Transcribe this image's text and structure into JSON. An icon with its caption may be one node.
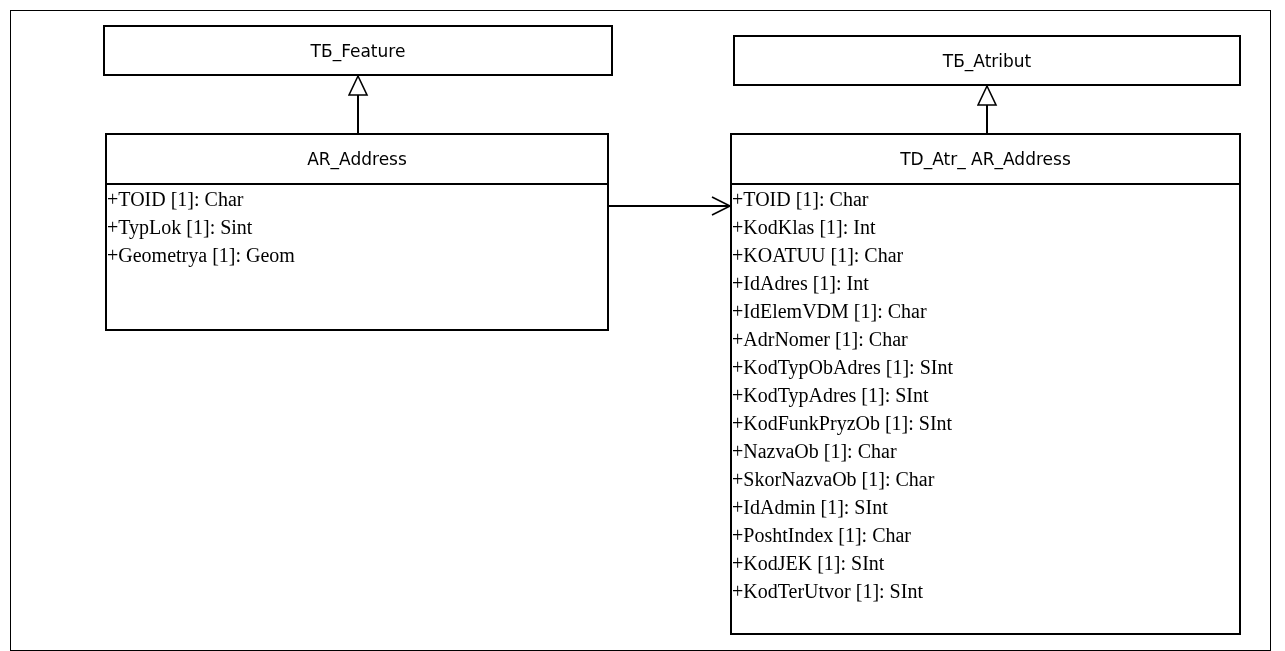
{
  "diagram": {
    "nodes": [
      {
        "text": [
          "ТБ_Feature"
        ]
      },
      {
        "text": [
          "ТБ_Atribut"
        ]
      },
      {
        "text": [
          "AR_Address",
          "+TOID [1]: Char",
          "+TypLok [1]: Sint",
          "+Geometrya [1]: Geom"
        ]
      },
      {
        "text": [
          "TD_Atr_ AR_Address",
          "+TOID [1]: Char",
          "+KodKlas [1]: Int",
          "+KOATUU [1]: Char",
          "+IdAdres [1]: Int",
          "+IdElemVDM [1]: Char",
          "+AdrNomer [1]: Char",
          "+KodTypObAdres [1]: SInt",
          "+KodTypAdres [1]: SInt",
          "+KodFunkPryzOb [1]: SInt",
          "+NazvaOb [1]: Char",
          "+SkorNazvaOb [1]: Char",
          "+IdAdmin [1]: SInt",
          "+PoshtIndex [1]: Char",
          "+KodJEK [1]: SInt",
          "+KodTerUtvor [1]: SInt"
        ]
      }
    ],
    "edges": [
      {
        "from": 2,
        "to": 0,
        "arrow": "to"
      },
      {
        "from": 3,
        "to": 1,
        "arrow": "to"
      },
      {
        "from": 2,
        "to": 3,
        "arrow": "to"
      }
    ]
  }
}
